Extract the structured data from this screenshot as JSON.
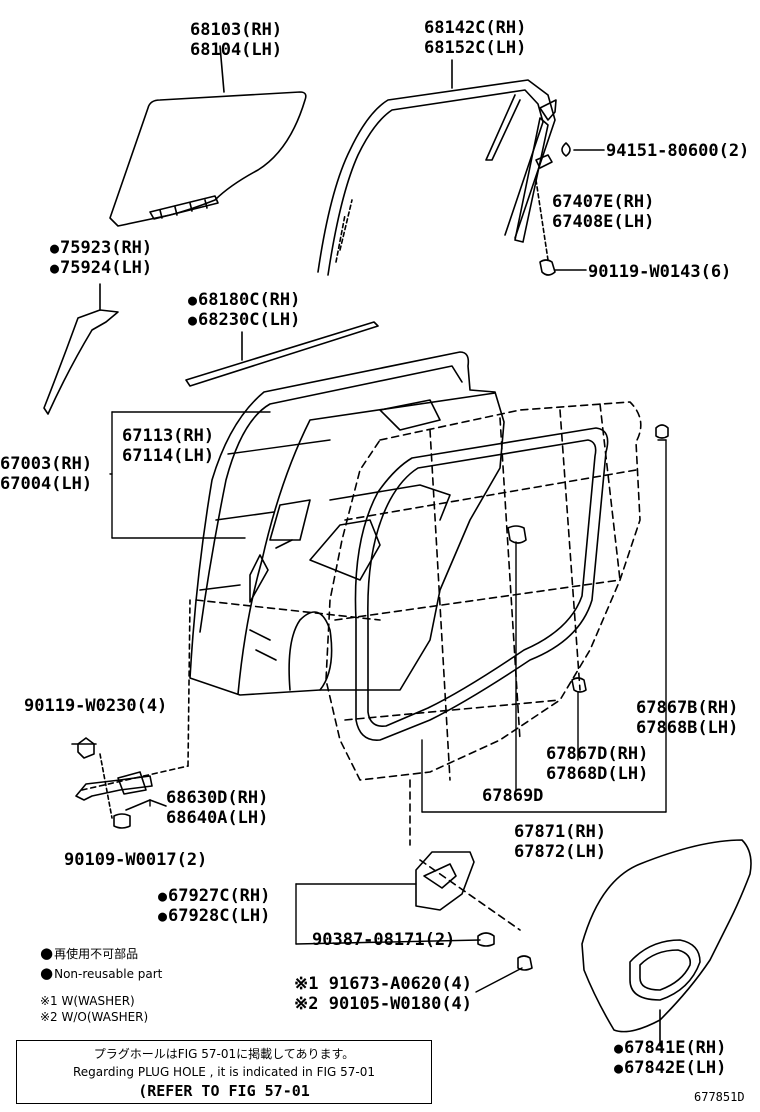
{
  "parts": {
    "p68103": "68103(RH)",
    "p68104": "68104(LH)",
    "p68142c": "68142C(RH)",
    "p68152c": "68152C(LH)",
    "p94151": "94151-80600(2)",
    "p67407e": "67407E(RH)",
    "p67408e": "67408E(LH)",
    "p75923": "75923(RH)",
    "p75924": "75924(LH)",
    "p90119_0143": "90119-W0143(6)",
    "p68180c": "68180C(RH)",
    "p68230c": "68230C(LH)",
    "p67113": "67113(RH)",
    "p67114": "67114(LH)",
    "p67003": "67003(RH)",
    "p67004": "67004(LH)",
    "p90119_0230": "90119-W0230(4)",
    "p67867b": "67867B(RH)",
    "p67868b": "67868B(LH)",
    "p67867d": "67867D(RH)",
    "p67868d": "67868D(LH)",
    "p68630d": "68630D(RH)",
    "p68640a": "68640A(LH)",
    "p67869d": "67869D",
    "p67871": "67871(RH)",
    "p67872": "67872(LH)",
    "p90109": "90109-W0017(2)",
    "p67927c": "67927C(RH)",
    "p67928c": "67928C(LH)",
    "p90387": "90387-08171(2)",
    "p91673": "91673-A0620(4)",
    "p90105": "90105-W0180(4)",
    "p67841e": "67841E(RH)",
    "p67842e": "67842E(LH)"
  },
  "marks": {
    "star1": "※1",
    "star2": "※2"
  },
  "legend": {
    "nonreusable_jp": "再使用不可部品",
    "nonreusable_en": "Non-reusable part",
    "washer1": "※1 W(WASHER)",
    "washer2": "※2 W/O(WASHER)"
  },
  "note": {
    "jp": "プラグホールはFIG 57-01に掲載してあります。",
    "en": "Regarding PLUG HOLE , it is indicated in FIG 57-01",
    "ref": "(REFER TO FIG 57-01"
  },
  "figure_code": "677851D"
}
